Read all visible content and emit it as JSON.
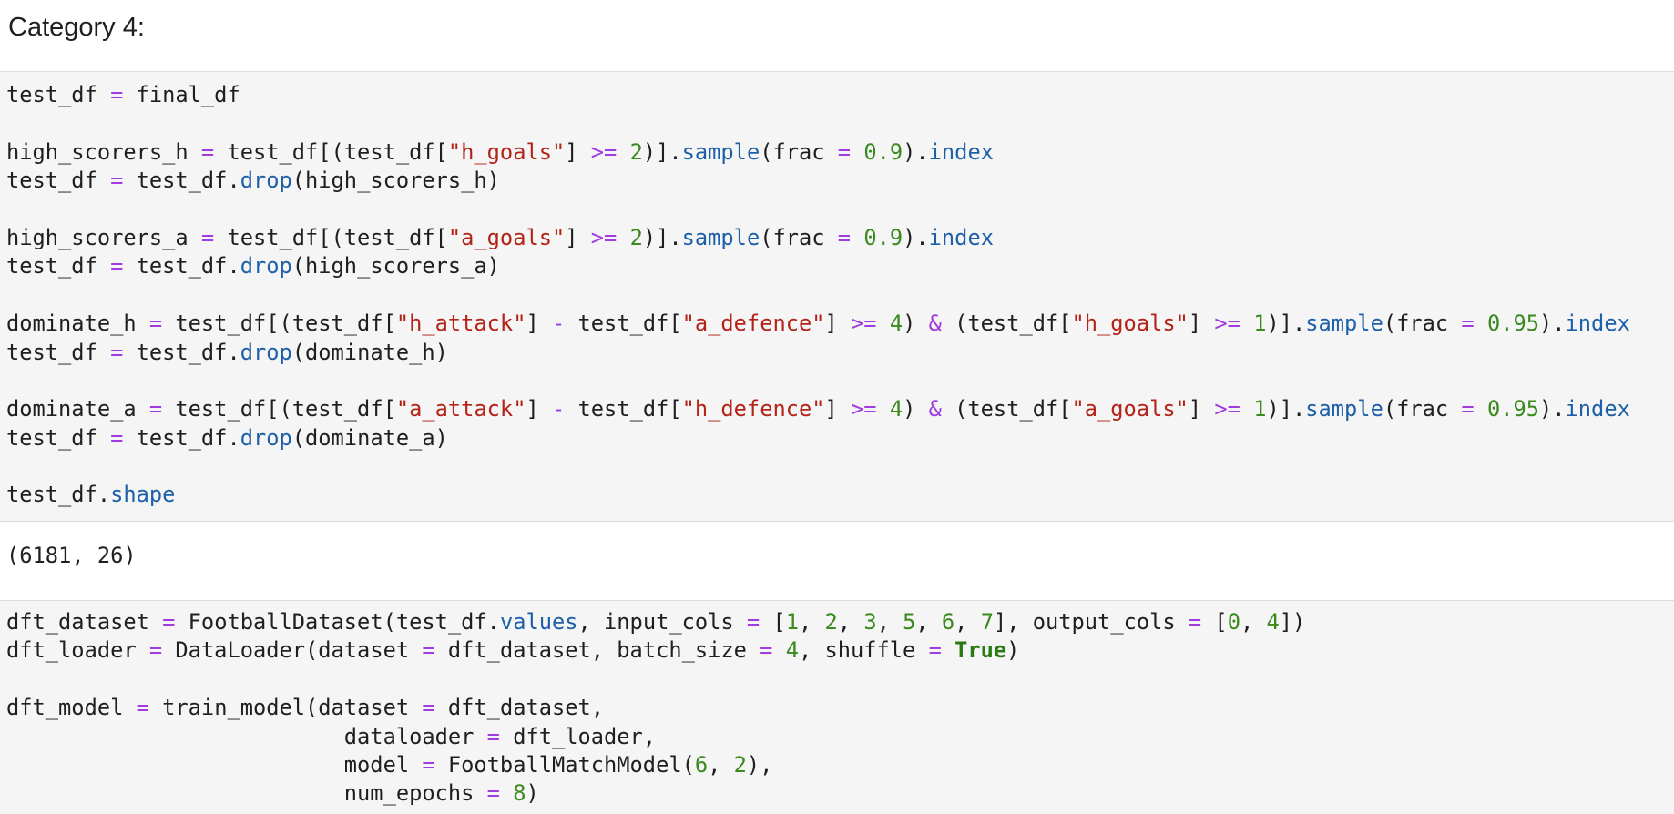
{
  "heading": "Category 4:",
  "colors": {
    "operator": "#a13ae0",
    "string": "#b42318",
    "number": "#3a8a1d",
    "attribute": "#1d5fa8",
    "keyword": "#2a7a12",
    "text": "#1f1f1f"
  },
  "cells": [
    {
      "kind": "code",
      "lines": [
        [
          [
            "p",
            "test_df "
          ],
          [
            "o",
            "="
          ],
          [
            "p",
            " final_df"
          ]
        ],
        [],
        [
          [
            "p",
            "high_scorers_h "
          ],
          [
            "o",
            "="
          ],
          [
            "p",
            " test_df[(test_df["
          ],
          [
            "s",
            "\"h_goals\""
          ],
          [
            "p",
            "] "
          ],
          [
            "o",
            ">="
          ],
          [
            "p",
            " "
          ],
          [
            "n",
            "2"
          ],
          [
            "p",
            ")]."
          ],
          [
            "a",
            "sample"
          ],
          [
            "p",
            "(frac "
          ],
          [
            "o",
            "="
          ],
          [
            "p",
            " "
          ],
          [
            "n",
            "0.9"
          ],
          [
            "p",
            ")."
          ],
          [
            "a",
            "index"
          ]
        ],
        [
          [
            "p",
            "test_df "
          ],
          [
            "o",
            "="
          ],
          [
            "p",
            " test_df."
          ],
          [
            "a",
            "drop"
          ],
          [
            "p",
            "(high_scorers_h)"
          ]
        ],
        [],
        [
          [
            "p",
            "high_scorers_a "
          ],
          [
            "o",
            "="
          ],
          [
            "p",
            " test_df[(test_df["
          ],
          [
            "s",
            "\"a_goals\""
          ],
          [
            "p",
            "] "
          ],
          [
            "o",
            ">="
          ],
          [
            "p",
            " "
          ],
          [
            "n",
            "2"
          ],
          [
            "p",
            ")]."
          ],
          [
            "a",
            "sample"
          ],
          [
            "p",
            "(frac "
          ],
          [
            "o",
            "="
          ],
          [
            "p",
            " "
          ],
          [
            "n",
            "0.9"
          ],
          [
            "p",
            ")."
          ],
          [
            "a",
            "index"
          ]
        ],
        [
          [
            "p",
            "test_df "
          ],
          [
            "o",
            "="
          ],
          [
            "p",
            " test_df."
          ],
          [
            "a",
            "drop"
          ],
          [
            "p",
            "(high_scorers_a)"
          ]
        ],
        [],
        [
          [
            "p",
            "dominate_h "
          ],
          [
            "o",
            "="
          ],
          [
            "p",
            " test_df[(test_df["
          ],
          [
            "s",
            "\"h_attack\""
          ],
          [
            "p",
            "] "
          ],
          [
            "o",
            "-"
          ],
          [
            "p",
            " test_df["
          ],
          [
            "s",
            "\"a_defence\""
          ],
          [
            "p",
            "] "
          ],
          [
            "o",
            ">="
          ],
          [
            "p",
            " "
          ],
          [
            "n",
            "4"
          ],
          [
            "p",
            ") "
          ],
          [
            "o",
            "&"
          ],
          [
            "p",
            " (test_df["
          ],
          [
            "s",
            "\"h_goals\""
          ],
          [
            "p",
            "] "
          ],
          [
            "o",
            ">="
          ],
          [
            "p",
            " "
          ],
          [
            "n",
            "1"
          ],
          [
            "p",
            ")]."
          ],
          [
            "a",
            "sample"
          ],
          [
            "p",
            "(frac "
          ],
          [
            "o",
            "="
          ],
          [
            "p",
            " "
          ],
          [
            "n",
            "0.95"
          ],
          [
            "p",
            ")."
          ],
          [
            "a",
            "index"
          ]
        ],
        [
          [
            "p",
            "test_df "
          ],
          [
            "o",
            "="
          ],
          [
            "p",
            " test_df."
          ],
          [
            "a",
            "drop"
          ],
          [
            "p",
            "(dominate_h)"
          ]
        ],
        [],
        [
          [
            "p",
            "dominate_a "
          ],
          [
            "o",
            "="
          ],
          [
            "p",
            " test_df[(test_df["
          ],
          [
            "s",
            "\"a_attack\""
          ],
          [
            "p",
            "] "
          ],
          [
            "o",
            "-"
          ],
          [
            "p",
            " test_df["
          ],
          [
            "s",
            "\"h_defence\""
          ],
          [
            "p",
            "] "
          ],
          [
            "o",
            ">="
          ],
          [
            "p",
            " "
          ],
          [
            "n",
            "4"
          ],
          [
            "p",
            ") "
          ],
          [
            "o",
            "&"
          ],
          [
            "p",
            " (test_df["
          ],
          [
            "s",
            "\"a_goals\""
          ],
          [
            "p",
            "] "
          ],
          [
            "o",
            ">="
          ],
          [
            "p",
            " "
          ],
          [
            "n",
            "1"
          ],
          [
            "p",
            ")]."
          ],
          [
            "a",
            "sample"
          ],
          [
            "p",
            "(frac "
          ],
          [
            "o",
            "="
          ],
          [
            "p",
            " "
          ],
          [
            "n",
            "0.95"
          ],
          [
            "p",
            ")."
          ],
          [
            "a",
            "index"
          ]
        ],
        [
          [
            "p",
            "test_df "
          ],
          [
            "o",
            "="
          ],
          [
            "p",
            " test_df."
          ],
          [
            "a",
            "drop"
          ],
          [
            "p",
            "(dominate_a)"
          ]
        ],
        [],
        [
          [
            "p",
            "test_df."
          ],
          [
            "a",
            "shape"
          ]
        ]
      ]
    },
    {
      "kind": "output",
      "lines": [
        [
          [
            "p",
            "(6181, 26)"
          ]
        ]
      ]
    },
    {
      "kind": "code",
      "lines": [
        [
          [
            "p",
            "dft_dataset "
          ],
          [
            "o",
            "="
          ],
          [
            "p",
            " FootballDataset(test_df."
          ],
          [
            "a",
            "values"
          ],
          [
            "p",
            ", input_cols "
          ],
          [
            "o",
            "="
          ],
          [
            "p",
            " ["
          ],
          [
            "n",
            "1"
          ],
          [
            "p",
            ", "
          ],
          [
            "n",
            "2"
          ],
          [
            "p",
            ", "
          ],
          [
            "n",
            "3"
          ],
          [
            "p",
            ", "
          ],
          [
            "n",
            "5"
          ],
          [
            "p",
            ", "
          ],
          [
            "n",
            "6"
          ],
          [
            "p",
            ", "
          ],
          [
            "n",
            "7"
          ],
          [
            "p",
            "], output_cols "
          ],
          [
            "o",
            "="
          ],
          [
            "p",
            " ["
          ],
          [
            "n",
            "0"
          ],
          [
            "p",
            ", "
          ],
          [
            "n",
            "4"
          ],
          [
            "p",
            "])"
          ]
        ],
        [
          [
            "p",
            "dft_loader "
          ],
          [
            "o",
            "="
          ],
          [
            "p",
            " DataLoader(dataset "
          ],
          [
            "o",
            "="
          ],
          [
            "p",
            " dft_dataset, batch_size "
          ],
          [
            "o",
            "="
          ],
          [
            "p",
            " "
          ],
          [
            "n",
            "4"
          ],
          [
            "p",
            ", shuffle "
          ],
          [
            "o",
            "="
          ],
          [
            "p",
            " "
          ],
          [
            "k",
            "True"
          ],
          [
            "p",
            ")"
          ]
        ],
        [],
        [
          [
            "p",
            "dft_model "
          ],
          [
            "o",
            "="
          ],
          [
            "p",
            " train_model(dataset "
          ],
          [
            "o",
            "="
          ],
          [
            "p",
            " dft_dataset,"
          ]
        ],
        [
          [
            "p",
            "                          dataloader "
          ],
          [
            "o",
            "="
          ],
          [
            "p",
            " dft_loader,"
          ]
        ],
        [
          [
            "p",
            "                          model "
          ],
          [
            "o",
            "="
          ],
          [
            "p",
            " FootballMatchModel("
          ],
          [
            "n",
            "6"
          ],
          [
            "p",
            ", "
          ],
          [
            "n",
            "2"
          ],
          [
            "p",
            "),"
          ]
        ],
        [
          [
            "p",
            "                          num_epochs "
          ],
          [
            "o",
            "="
          ],
          [
            "p",
            " "
          ],
          [
            "n",
            "8"
          ],
          [
            "p",
            ")"
          ]
        ]
      ]
    }
  ]
}
